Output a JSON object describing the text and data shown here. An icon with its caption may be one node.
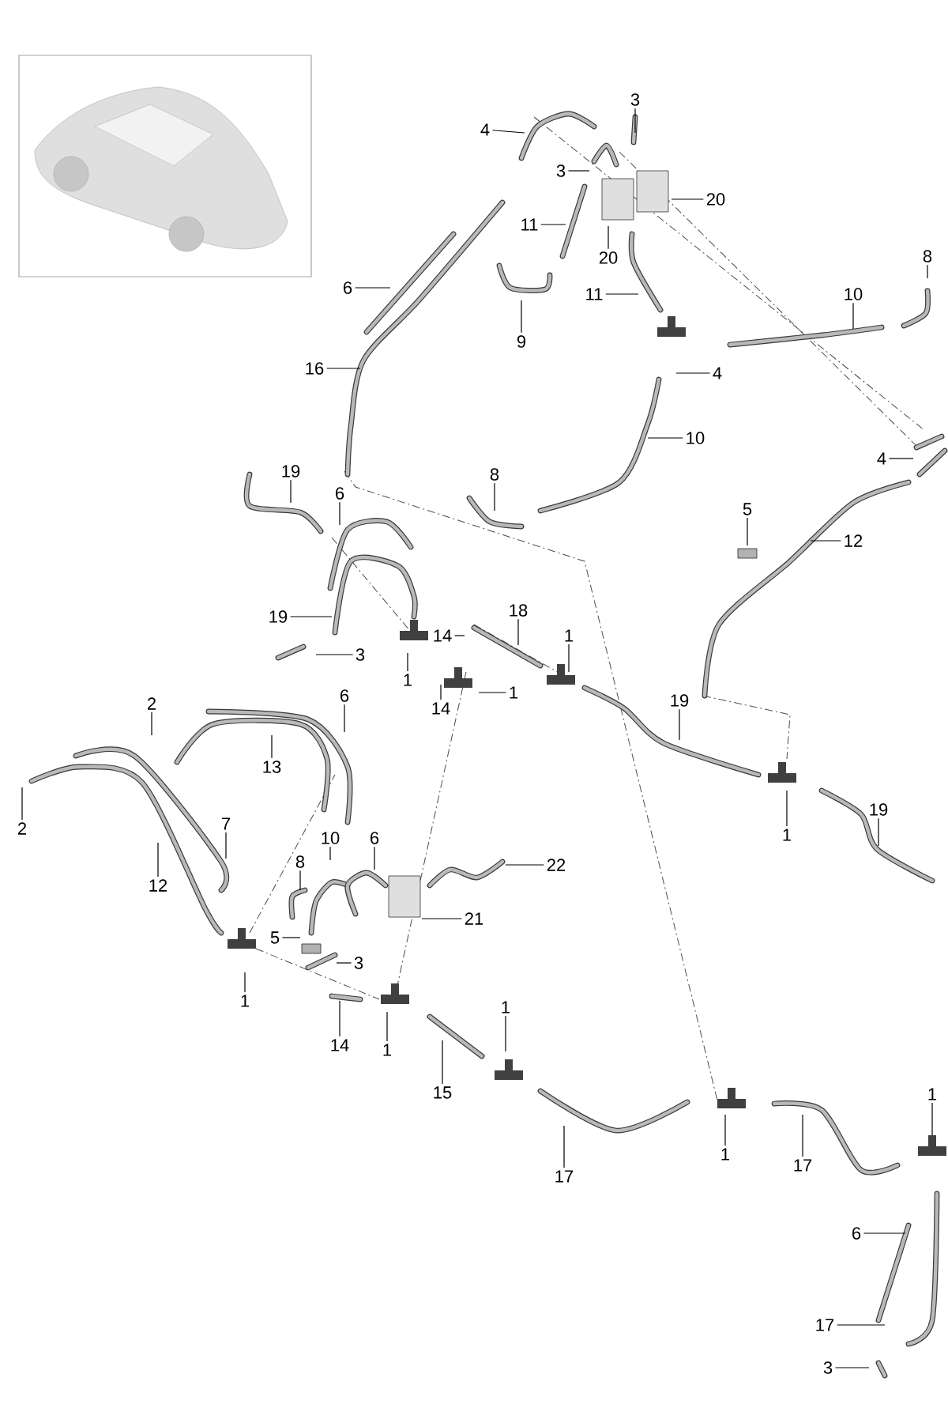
{
  "diagram": {
    "nodes": [
      {
        "text": [
          "4"
        ]
      },
      {
        "text": [
          "3"
        ]
      },
      {
        "text": [
          "3"
        ]
      },
      {
        "text": [
          "20"
        ]
      },
      {
        "text": [
          "11"
        ]
      },
      {
        "text": [
          "20"
        ]
      },
      {
        "text": [
          "6"
        ]
      },
      {
        "text": [
          "9"
        ]
      },
      {
        "text": [
          "8"
        ]
      },
      {
        "text": [
          "11"
        ]
      },
      {
        "text": [
          "10"
        ]
      },
      {
        "text": [
          "16"
        ]
      },
      {
        "text": [
          "4"
        ]
      },
      {
        "text": [
          "10"
        ]
      },
      {
        "text": [
          "4"
        ]
      },
      {
        "text": [
          "8"
        ]
      },
      {
        "text": [
          "19"
        ]
      },
      {
        "text": [
          "6"
        ]
      },
      {
        "text": [
          "5"
        ]
      },
      {
        "text": [
          "12"
        ]
      },
      {
        "text": [
          "19"
        ]
      },
      {
        "text": [
          "18"
        ]
      },
      {
        "text": [
          "3"
        ]
      },
      {
        "text": [
          "14"
        ]
      },
      {
        "text": [
          "1"
        ]
      },
      {
        "text": [
          "1"
        ]
      },
      {
        "text": [
          "14"
        ]
      },
      {
        "text": [
          "1"
        ]
      },
      {
        "text": [
          "19"
        ]
      },
      {
        "text": [
          "6"
        ]
      },
      {
        "text": [
          "2"
        ]
      },
      {
        "text": [
          "13"
        ]
      },
      {
        "text": [
          "2"
        ]
      },
      {
        "text": [
          "1"
        ]
      },
      {
        "text": [
          "19"
        ]
      },
      {
        "text": [
          "7"
        ]
      },
      {
        "text": [
          "12"
        ]
      },
      {
        "text": [
          "10"
        ]
      },
      {
        "text": [
          "8"
        ]
      },
      {
        "text": [
          "6"
        ]
      },
      {
        "text": [
          "22"
        ]
      },
      {
        "text": [
          "21"
        ]
      },
      {
        "text": [
          "5"
        ]
      },
      {
        "text": [
          "3"
        ]
      },
      {
        "text": [
          "1"
        ]
      },
      {
        "text": [
          "14"
        ]
      },
      {
        "text": [
          "1"
        ]
      },
      {
        "text": [
          "1"
        ]
      },
      {
        "text": [
          "15"
        ]
      },
      {
        "text": [
          "17"
        ]
      },
      {
        "text": [
          "1"
        ]
      },
      {
        "text": [
          "17"
        ]
      },
      {
        "text": [
          "1"
        ]
      },
      {
        "text": [
          "6"
        ]
      },
      {
        "text": [
          "17"
        ]
      },
      {
        "text": [
          "3"
        ]
      }
    ],
    "edges": [
      {
        "from": 0,
        "to": null,
        "arrow": "none"
      },
      {
        "from": 1,
        "to": null,
        "arrow": "none"
      },
      {
        "from": 2,
        "to": null,
        "arrow": "none"
      },
      {
        "from": 3,
        "to": null,
        "arrow": "none"
      },
      {
        "from": 4,
        "to": null,
        "arrow": "none"
      },
      {
        "from": 5,
        "to": null,
        "arrow": "none"
      },
      {
        "from": 6,
        "to": null,
        "arrow": "none"
      },
      {
        "from": 7,
        "to": null,
        "arrow": "none"
      },
      {
        "from": 8,
        "to": null,
        "arrow": "none"
      },
      {
        "from": 9,
        "to": null,
        "arrow": "none"
      },
      {
        "from": 10,
        "to": null,
        "arrow": "none"
      },
      {
        "from": 11,
        "to": null,
        "arrow": "none"
      },
      {
        "from": 12,
        "to": null,
        "arrow": "none"
      },
      {
        "from": 13,
        "to": null,
        "arrow": "none"
      },
      {
        "from": 14,
        "to": null,
        "arrow": "none"
      },
      {
        "from": 15,
        "to": null,
        "arrow": "none"
      },
      {
        "from": 16,
        "to": null,
        "arrow": "none"
      },
      {
        "from": 17,
        "to": null,
        "arrow": "none"
      },
      {
        "from": 18,
        "to": null,
        "arrow": "none"
      },
      {
        "from": 19,
        "to": null,
        "arrow": "none"
      },
      {
        "from": 20,
        "to": null,
        "arrow": "none"
      },
      {
        "from": 21,
        "to": null,
        "arrow": "none"
      },
      {
        "from": 22,
        "to": null,
        "arrow": "none"
      },
      {
        "from": 23,
        "to": null,
        "arrow": "none"
      },
      {
        "from": 24,
        "to": null,
        "arrow": "none"
      },
      {
        "from": 25,
        "to": null,
        "arrow": "none"
      },
      {
        "from": 26,
        "to": null,
        "arrow": "none"
      },
      {
        "from": 27,
        "to": null,
        "arrow": "none"
      },
      {
        "from": 28,
        "to": null,
        "arrow": "none"
      },
      {
        "from": 29,
        "to": null,
        "arrow": "none"
      },
      {
        "from": 30,
        "to": null,
        "arrow": "none"
      },
      {
        "from": 31,
        "to": null,
        "arrow": "none"
      },
      {
        "from": 32,
        "to": null,
        "arrow": "none"
      },
      {
        "from": 33,
        "to": null,
        "arrow": "none"
      },
      {
        "from": 34,
        "to": null,
        "arrow": "none"
      },
      {
        "from": 35,
        "to": null,
        "arrow": "none"
      },
      {
        "from": 36,
        "to": null,
        "arrow": "none"
      },
      {
        "from": 37,
        "to": null,
        "arrow": "none"
      },
      {
        "from": 38,
        "to": null,
        "arrow": "none"
      },
      {
        "from": 39,
        "to": null,
        "arrow": "none"
      },
      {
        "from": 40,
        "to": null,
        "arrow": "none"
      },
      {
        "from": 41,
        "to": null,
        "arrow": "none"
      },
      {
        "from": 42,
        "to": null,
        "arrow": "none"
      },
      {
        "from": 43,
        "to": null,
        "arrow": "none"
      },
      {
        "from": 44,
        "to": null,
        "arrow": "none"
      },
      {
        "from": 45,
        "to": null,
        "arrow": "none"
      },
      {
        "from": 46,
        "to": null,
        "arrow": "none"
      },
      {
        "from": 47,
        "to": null,
        "arrow": "none"
      },
      {
        "from": 48,
        "to": null,
        "arrow": "none"
      },
      {
        "from": 49,
        "to": null,
        "arrow": "none"
      },
      {
        "from": 50,
        "to": null,
        "arrow": "none"
      },
      {
        "from": 51,
        "to": null,
        "arrow": "none"
      },
      {
        "from": 52,
        "to": null,
        "arrow": "none"
      },
      {
        "from": 53,
        "to": null,
        "arrow": "none"
      },
      {
        "from": 54,
        "to": null,
        "arrow": "none"
      },
      {
        "from": 55,
        "to": null,
        "arrow": "none"
      }
    ]
  }
}
